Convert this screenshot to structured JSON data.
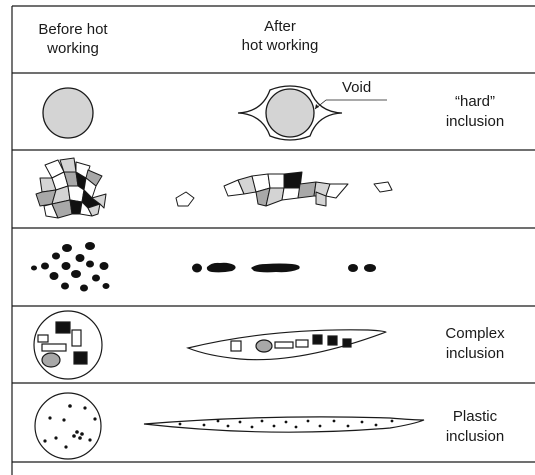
{
  "header": {
    "before": "Before hot\nworking",
    "after": "After\nhot working"
  },
  "rows": [
    {
      "label": "“hard”\ninclusion",
      "annotation": "Void"
    },
    {
      "label": ""
    },
    {
      "label": ""
    },
    {
      "label": "Complex\ninclusion"
    },
    {
      "label": "Plastic\ninclusion"
    }
  ],
  "colors": {
    "line": "#1a1a1a",
    "light_gray": "#d4d4d4",
    "mid_gray": "#a8a8a8",
    "ink": "#111111"
  }
}
